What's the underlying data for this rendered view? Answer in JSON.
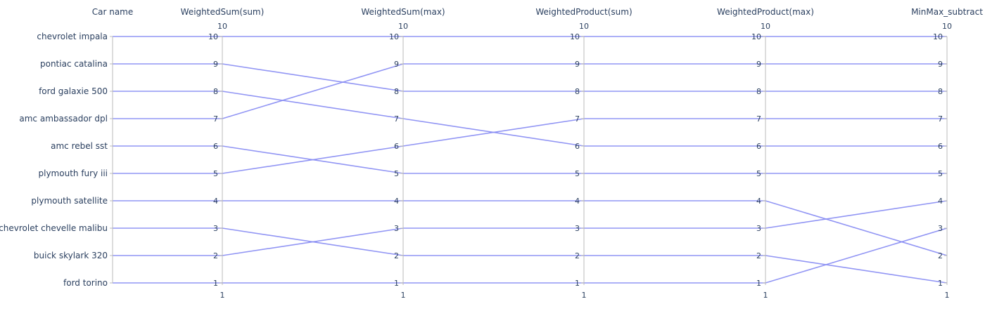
{
  "chart_data": {
    "type": "parallel_categories",
    "colors": {
      "line": "#8b8ff3",
      "axis": "#bbbbbb",
      "text": "#2a3f5f"
    },
    "category_dimension": {
      "label": "Car name",
      "values": [
        "chevrolet impala",
        "pontiac catalina",
        "ford galaxie 500",
        "amc ambassador dpl",
        "amc rebel sst",
        "plymouth fury iii",
        "plymouth satellite",
        "chevrolet chevelle malibu",
        "buick skylark 320",
        "ford torino"
      ]
    },
    "dimensions": [
      {
        "label": "WeightedSum(sum)",
        "range": [
          1,
          10
        ],
        "ticks": [
          1,
          2,
          3,
          4,
          5,
          6,
          7,
          8,
          9,
          10
        ],
        "range_labels": [
          "10",
          "1"
        ]
      },
      {
        "label": "WeightedSum(max)",
        "range": [
          1,
          10
        ],
        "ticks": [
          1,
          2,
          3,
          4,
          5,
          6,
          7,
          8,
          9,
          10
        ],
        "range_labels": [
          "10",
          "1"
        ]
      },
      {
        "label": "WeightedProduct(sum)",
        "range": [
          1,
          10
        ],
        "ticks": [
          1,
          2,
          3,
          4,
          5,
          6,
          7,
          8,
          9,
          10
        ],
        "range_labels": [
          "10",
          "1"
        ]
      },
      {
        "label": "WeightedProduct(max)",
        "range": [
          1,
          10
        ],
        "ticks": [
          1,
          2,
          3,
          4,
          5,
          6,
          7,
          8,
          9,
          10
        ],
        "range_labels": [
          "10",
          "1"
        ]
      },
      {
        "label": "MinMax_subtract",
        "range": [
          1,
          10
        ],
        "ticks": [
          1,
          2,
          3,
          4,
          5,
          6,
          7,
          8,
          9,
          10
        ],
        "range_labels": [
          "10",
          "1"
        ]
      }
    ],
    "records": [
      {
        "name": "chevrolet impala",
        "values": [
          10,
          10,
          10,
          10,
          10
        ]
      },
      {
        "name": "pontiac catalina",
        "values": [
          9,
          8,
          8,
          8,
          8
        ]
      },
      {
        "name": "ford galaxie 500",
        "values": [
          8,
          7,
          6,
          6,
          6
        ]
      },
      {
        "name": "amc ambassador dpl",
        "values": [
          7,
          9,
          9,
          9,
          9
        ]
      },
      {
        "name": "amc rebel sst",
        "values": [
          6,
          5,
          5,
          5,
          5
        ]
      },
      {
        "name": "plymouth fury iii",
        "values": [
          5,
          6,
          7,
          7,
          7
        ]
      },
      {
        "name": "plymouth satellite",
        "values": [
          4,
          4,
          4,
          4,
          2
        ]
      },
      {
        "name": "chevrolet chevelle malibu",
        "values": [
          3,
          2,
          2,
          2,
          1
        ]
      },
      {
        "name": "buick skylark 320",
        "values": [
          2,
          3,
          3,
          3,
          4
        ]
      },
      {
        "name": "ford torino",
        "values": [
          1,
          1,
          1,
          1,
          3
        ]
      }
    ]
  }
}
